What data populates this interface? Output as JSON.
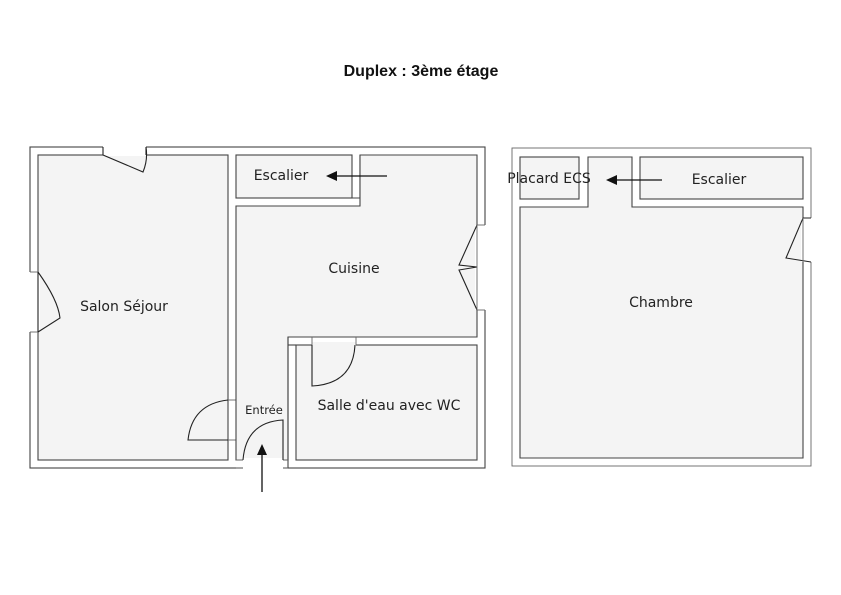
{
  "title": "Duplex : 3ème étage",
  "left_plan": {
    "rooms": {
      "salon": "Salon Séjour",
      "escalier": "Escalier",
      "cuisine": "Cuisine",
      "entree": "Entrée",
      "salle_eau": "Salle d'eau avec WC"
    }
  },
  "right_plan": {
    "rooms": {
      "placard": "Placard ECS",
      "escalier": "Escalier",
      "chambre": "Chambre"
    }
  }
}
